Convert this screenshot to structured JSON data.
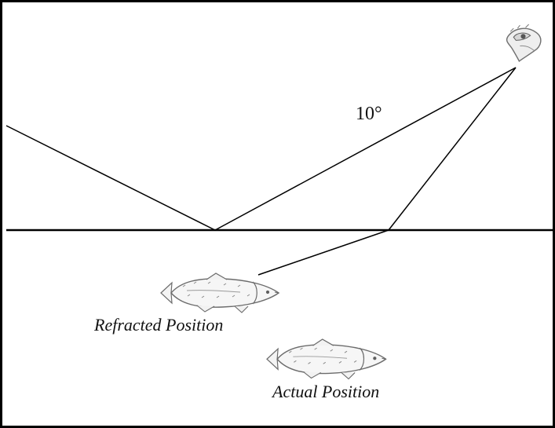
{
  "labels": {
    "angle": "10°",
    "refracted_position": "Refracted Position",
    "actual_position": "Actual Position"
  },
  "icons": {
    "eye": "eye-icon",
    "fish": "fish-icon"
  },
  "colors": {
    "background": "#ffffff",
    "frame": "#000000",
    "line": "#000000",
    "fish_outline": "#6f6f6f",
    "fish_fill": "#f5f5f5"
  }
}
